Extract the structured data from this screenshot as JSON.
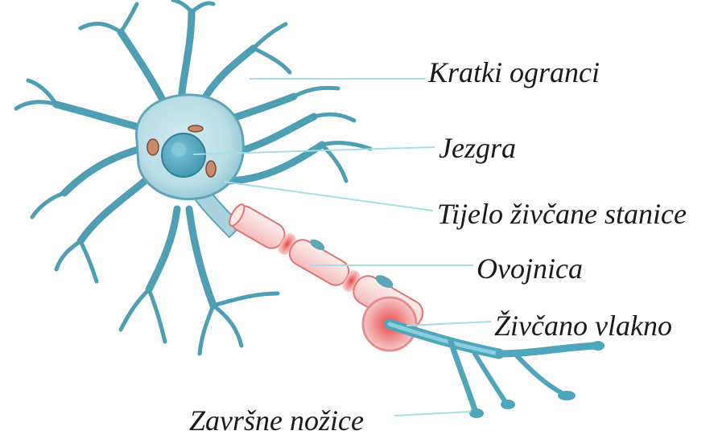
{
  "diagram": {
    "labels": [
      {
        "id": "kratki-ogranci",
        "text": "Kratki ogranci"
      },
      {
        "id": "jezgra",
        "text": "Jezgra"
      },
      {
        "id": "tijelo",
        "text": "Tijelo živčane stanice"
      },
      {
        "id": "ovojnica",
        "text": "Ovojnica"
      },
      {
        "id": "zivcano-vlakno",
        "text": "Živčano vlakno"
      },
      {
        "id": "zavrsne-nozice",
        "text": "Završne nožice"
      }
    ],
    "colors": {
      "cell_body": "#b9dde6",
      "cell_edge": "#5fa5b7",
      "dendrite": "#4f9fb4",
      "nucleus": "#4ea5bd",
      "myelin_sheath": "#fbe2e2",
      "node": "#e85a5a",
      "axon": "#4fa6ba",
      "leader_line": "#a8dde4"
    }
  }
}
